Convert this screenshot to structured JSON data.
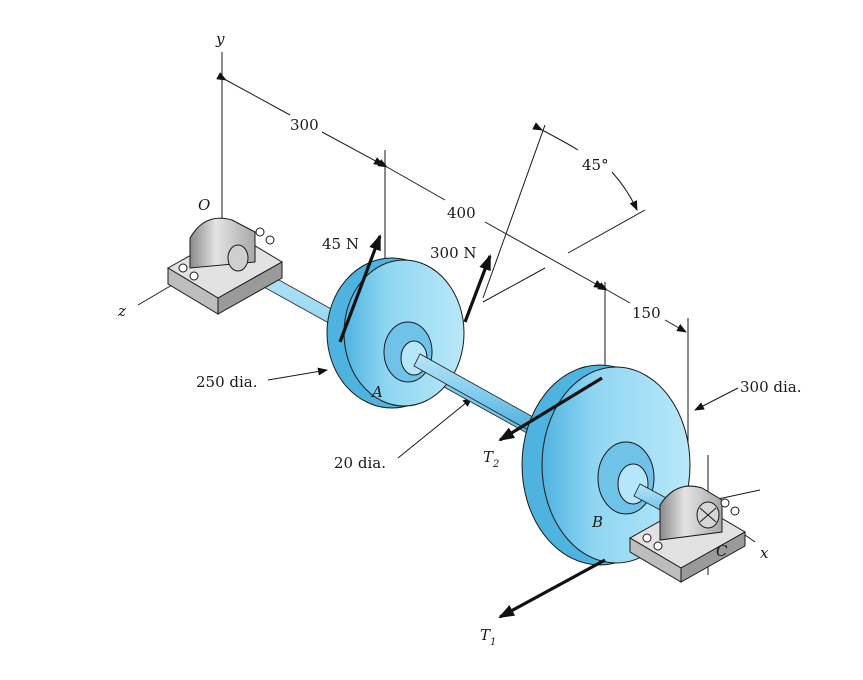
{
  "axes": {
    "x": "x",
    "y": "y",
    "z": "z"
  },
  "points": {
    "O": "O",
    "A": "A",
    "B": "B",
    "C": "C"
  },
  "dimensions": {
    "d_oa": "300",
    "d_ab": "400",
    "d_bc": "150",
    "angle": "45°",
    "pulley_a_dia": "250 dia.",
    "pulley_b_dia": "300 dia.",
    "shaft_dia": "20 dia."
  },
  "forces": {
    "f45": "45 N",
    "f300": "300 N",
    "t1": {
      "base": "T",
      "sub": "1"
    },
    "t2": {
      "base": "T",
      "sub": "2"
    }
  },
  "colors": {
    "pulley": "#8fd6f2",
    "pulley_shade": "#4fb3e0",
    "shaft": "#7cc9ec",
    "bearing": "#c8c8c8",
    "bearing_dark": "#8a8a8a"
  }
}
